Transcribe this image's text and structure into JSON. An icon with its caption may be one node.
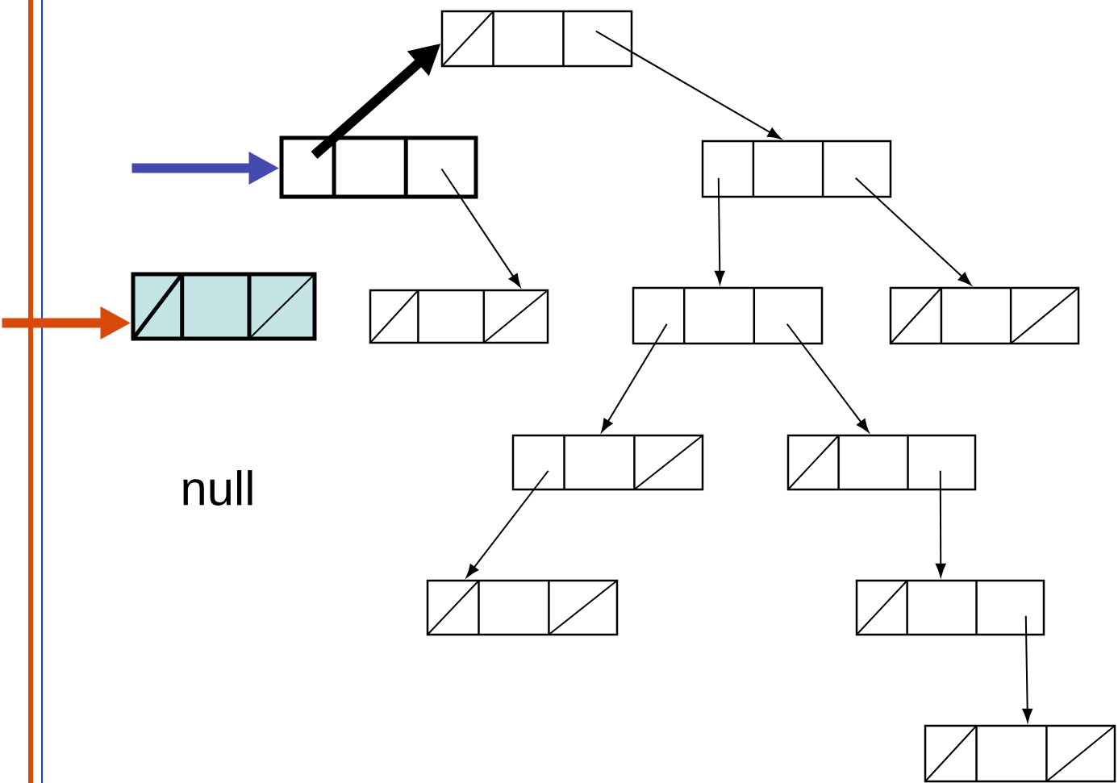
{
  "diagram": {
    "nodes": [
      {
        "text": [],
        "shape": "box"
      },
      {
        "text": [],
        "shape": "box"
      },
      {
        "text": [],
        "shape": "box"
      },
      {
        "text": [],
        "shape": "box"
      },
      {
        "text": [],
        "shape": "box"
      },
      {
        "text": [],
        "shape": "box"
      },
      {
        "text": [],
        "shape": "box"
      },
      {
        "text": [],
        "shape": "box"
      },
      {
        "text": [],
        "shape": "box"
      },
      {
        "text": [],
        "shape": "box"
      },
      {
        "text": [],
        "shape": "box"
      },
      {
        "text": [],
        "shape": "box"
      }
    ],
    "edges": [
      {
        "from": null,
        "to": 1,
        "arrow": "to",
        "style": "thick",
        "color": "#4349ad"
      },
      {
        "from": null,
        "to": 3,
        "arrow": "to",
        "style": "thick",
        "color": "#d84a0c"
      },
      {
        "from": 1,
        "to": 0,
        "arrow": "to",
        "style": "thick"
      },
      {
        "from": 0,
        "to": 2,
        "arrow": "to"
      },
      {
        "from": 1,
        "to": 4,
        "arrow": "to"
      },
      {
        "from": 2,
        "to": 5,
        "arrow": "to"
      },
      {
        "from": 2,
        "to": 6,
        "arrow": "to"
      },
      {
        "from": 5,
        "to": 7,
        "arrow": "to"
      },
      {
        "from": 5,
        "to": 8,
        "arrow": "to"
      },
      {
        "from": 7,
        "to": 9,
        "arrow": "to"
      },
      {
        "from": 8,
        "to": 10,
        "arrow": "to"
      },
      {
        "from": 10,
        "to": 11,
        "arrow": "to"
      }
    ],
    "labels": [
      "null"
    ]
  }
}
